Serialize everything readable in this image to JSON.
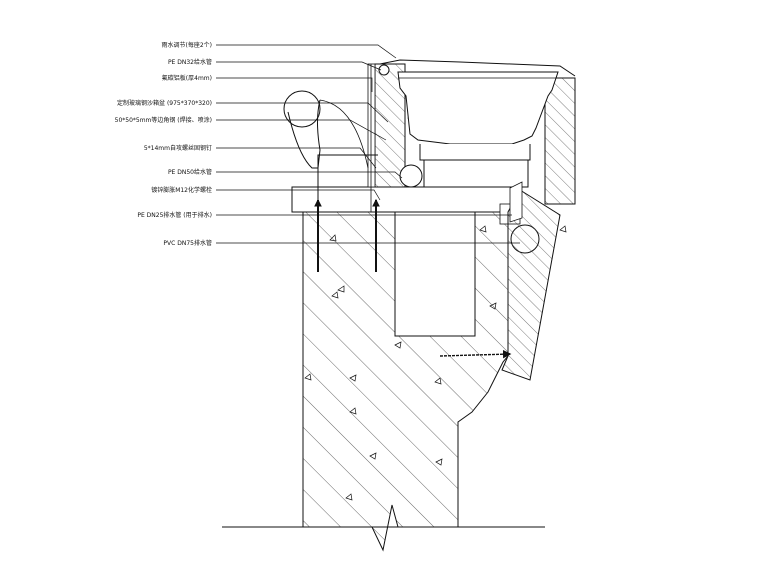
{
  "labels": [
    "雨水调节(每座2个)",
    "PE DN32给水管",
    "氟碳铝板(厚4mm)",
    "定制玻璃钢沙箱盆 (975*370*320)",
    "50*50*5mm等边角钢 (焊接、喷涂)",
    "5*14mm自攻螺丝固钢钉",
    "PE DN50给水管",
    "镀锌膨胀M12化学螺栓",
    "PE DN25排水管 (用于排水)",
    "PVC DN75排水管"
  ]
}
